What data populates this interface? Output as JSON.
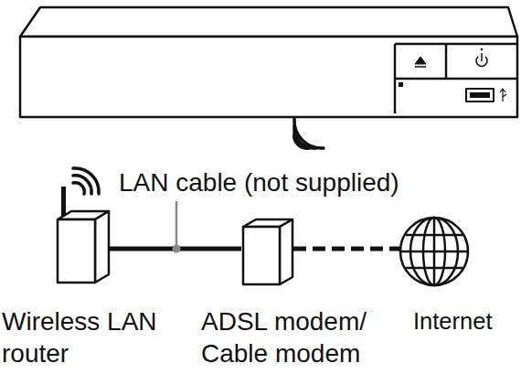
{
  "diagram": {
    "nodes": [
      {
        "text": [
          "Wireless LAN router"
        ]
      },
      {
        "text": [
          "ADSL modem/ Cable modem"
        ]
      },
      {
        "text": [
          "Internet"
        ]
      }
    ],
    "edges": [
      {
        "from": 0,
        "to": 1,
        "arrow": "none",
        "label": "LAN cable (not supplied)"
      },
      {
        "from": 1,
        "to": 2,
        "arrow": "none"
      }
    ]
  }
}
